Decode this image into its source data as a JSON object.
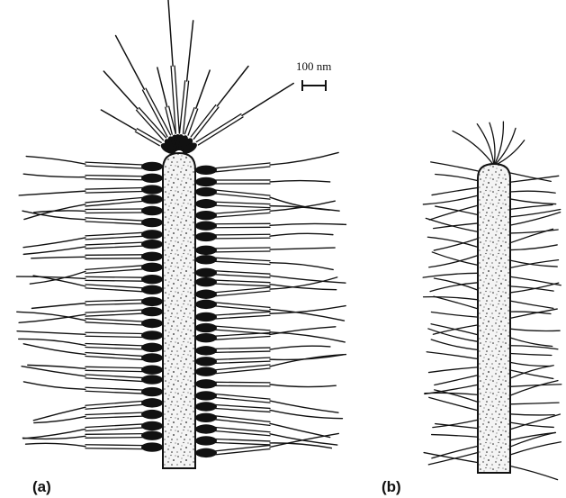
{
  "figure": {
    "panel_a_label": "(a)",
    "panel_b_label": "(b)",
    "scale_bar_label": "100 nm",
    "ink_color": "#111111",
    "core_fill": "#f2f2f2",
    "background": "#ffffff"
  }
}
